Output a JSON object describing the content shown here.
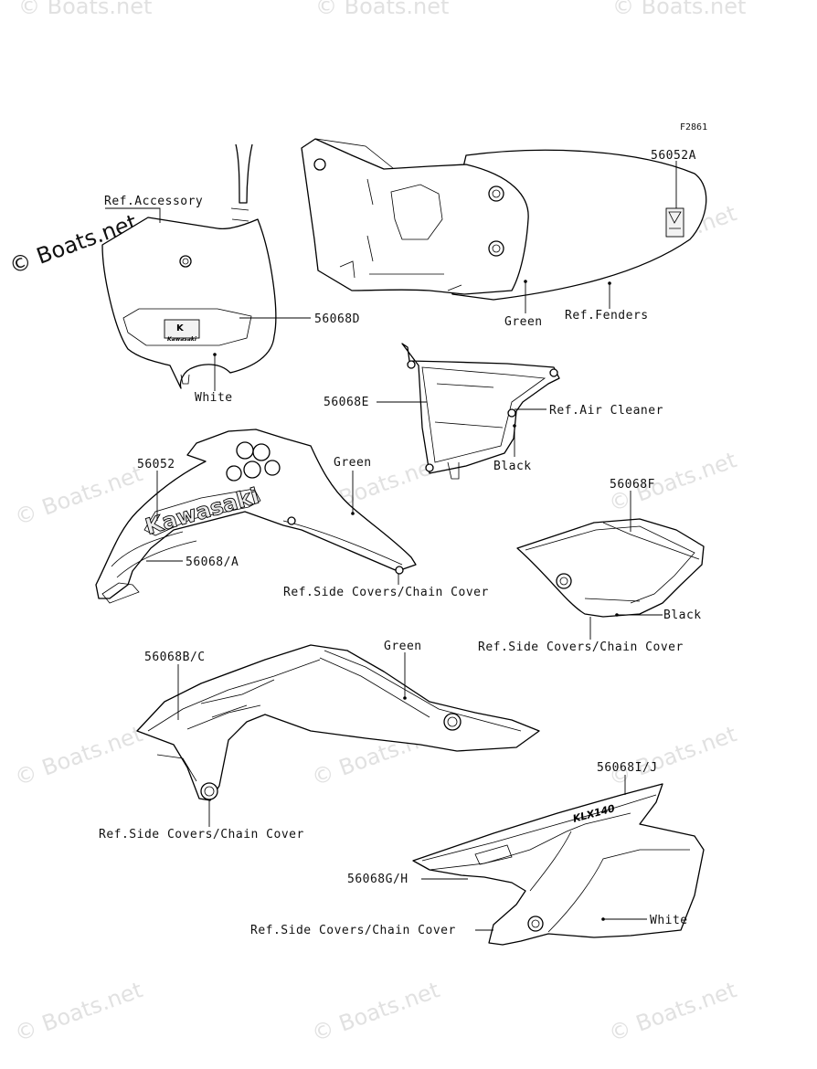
{
  "figure_id": "F2861",
  "watermark": {
    "main": "© Boats.net",
    "faint": "© Boats.net"
  },
  "labels": {
    "l_56052A": "56052A",
    "ref_accessory": "Ref.Accessory",
    "l_56068D": "56068D",
    "white_front": "White",
    "green_fender": "Green",
    "ref_fenders": "Ref.Fenders",
    "l_56068E": "56068E",
    "ref_air_cleaner": "Ref.Air Cleaner",
    "black_air": "Black",
    "l_56052": "56052",
    "green_shroud": "Green",
    "l_56068A": "56068/A",
    "ref_side_1": "Ref.Side Covers/Chain Cover",
    "l_56068F": "56068F",
    "black_side": "Black",
    "ref_side_2": "Ref.Side Covers/Chain Cover",
    "l_56068BC": "56068B/C",
    "green_lower": "Green",
    "ref_side_3": "Ref.Side Covers/Chain Cover",
    "l_56068IJ": "56068I/J",
    "l_56068GH": "56068G/H",
    "ref_side_4": "Ref.Side Covers/Chain Cover",
    "white_rear": "White"
  },
  "decals": {
    "kawasaki": "Kawasaki",
    "kawasaki_small": "Kawasaki",
    "model": "KLX140"
  }
}
